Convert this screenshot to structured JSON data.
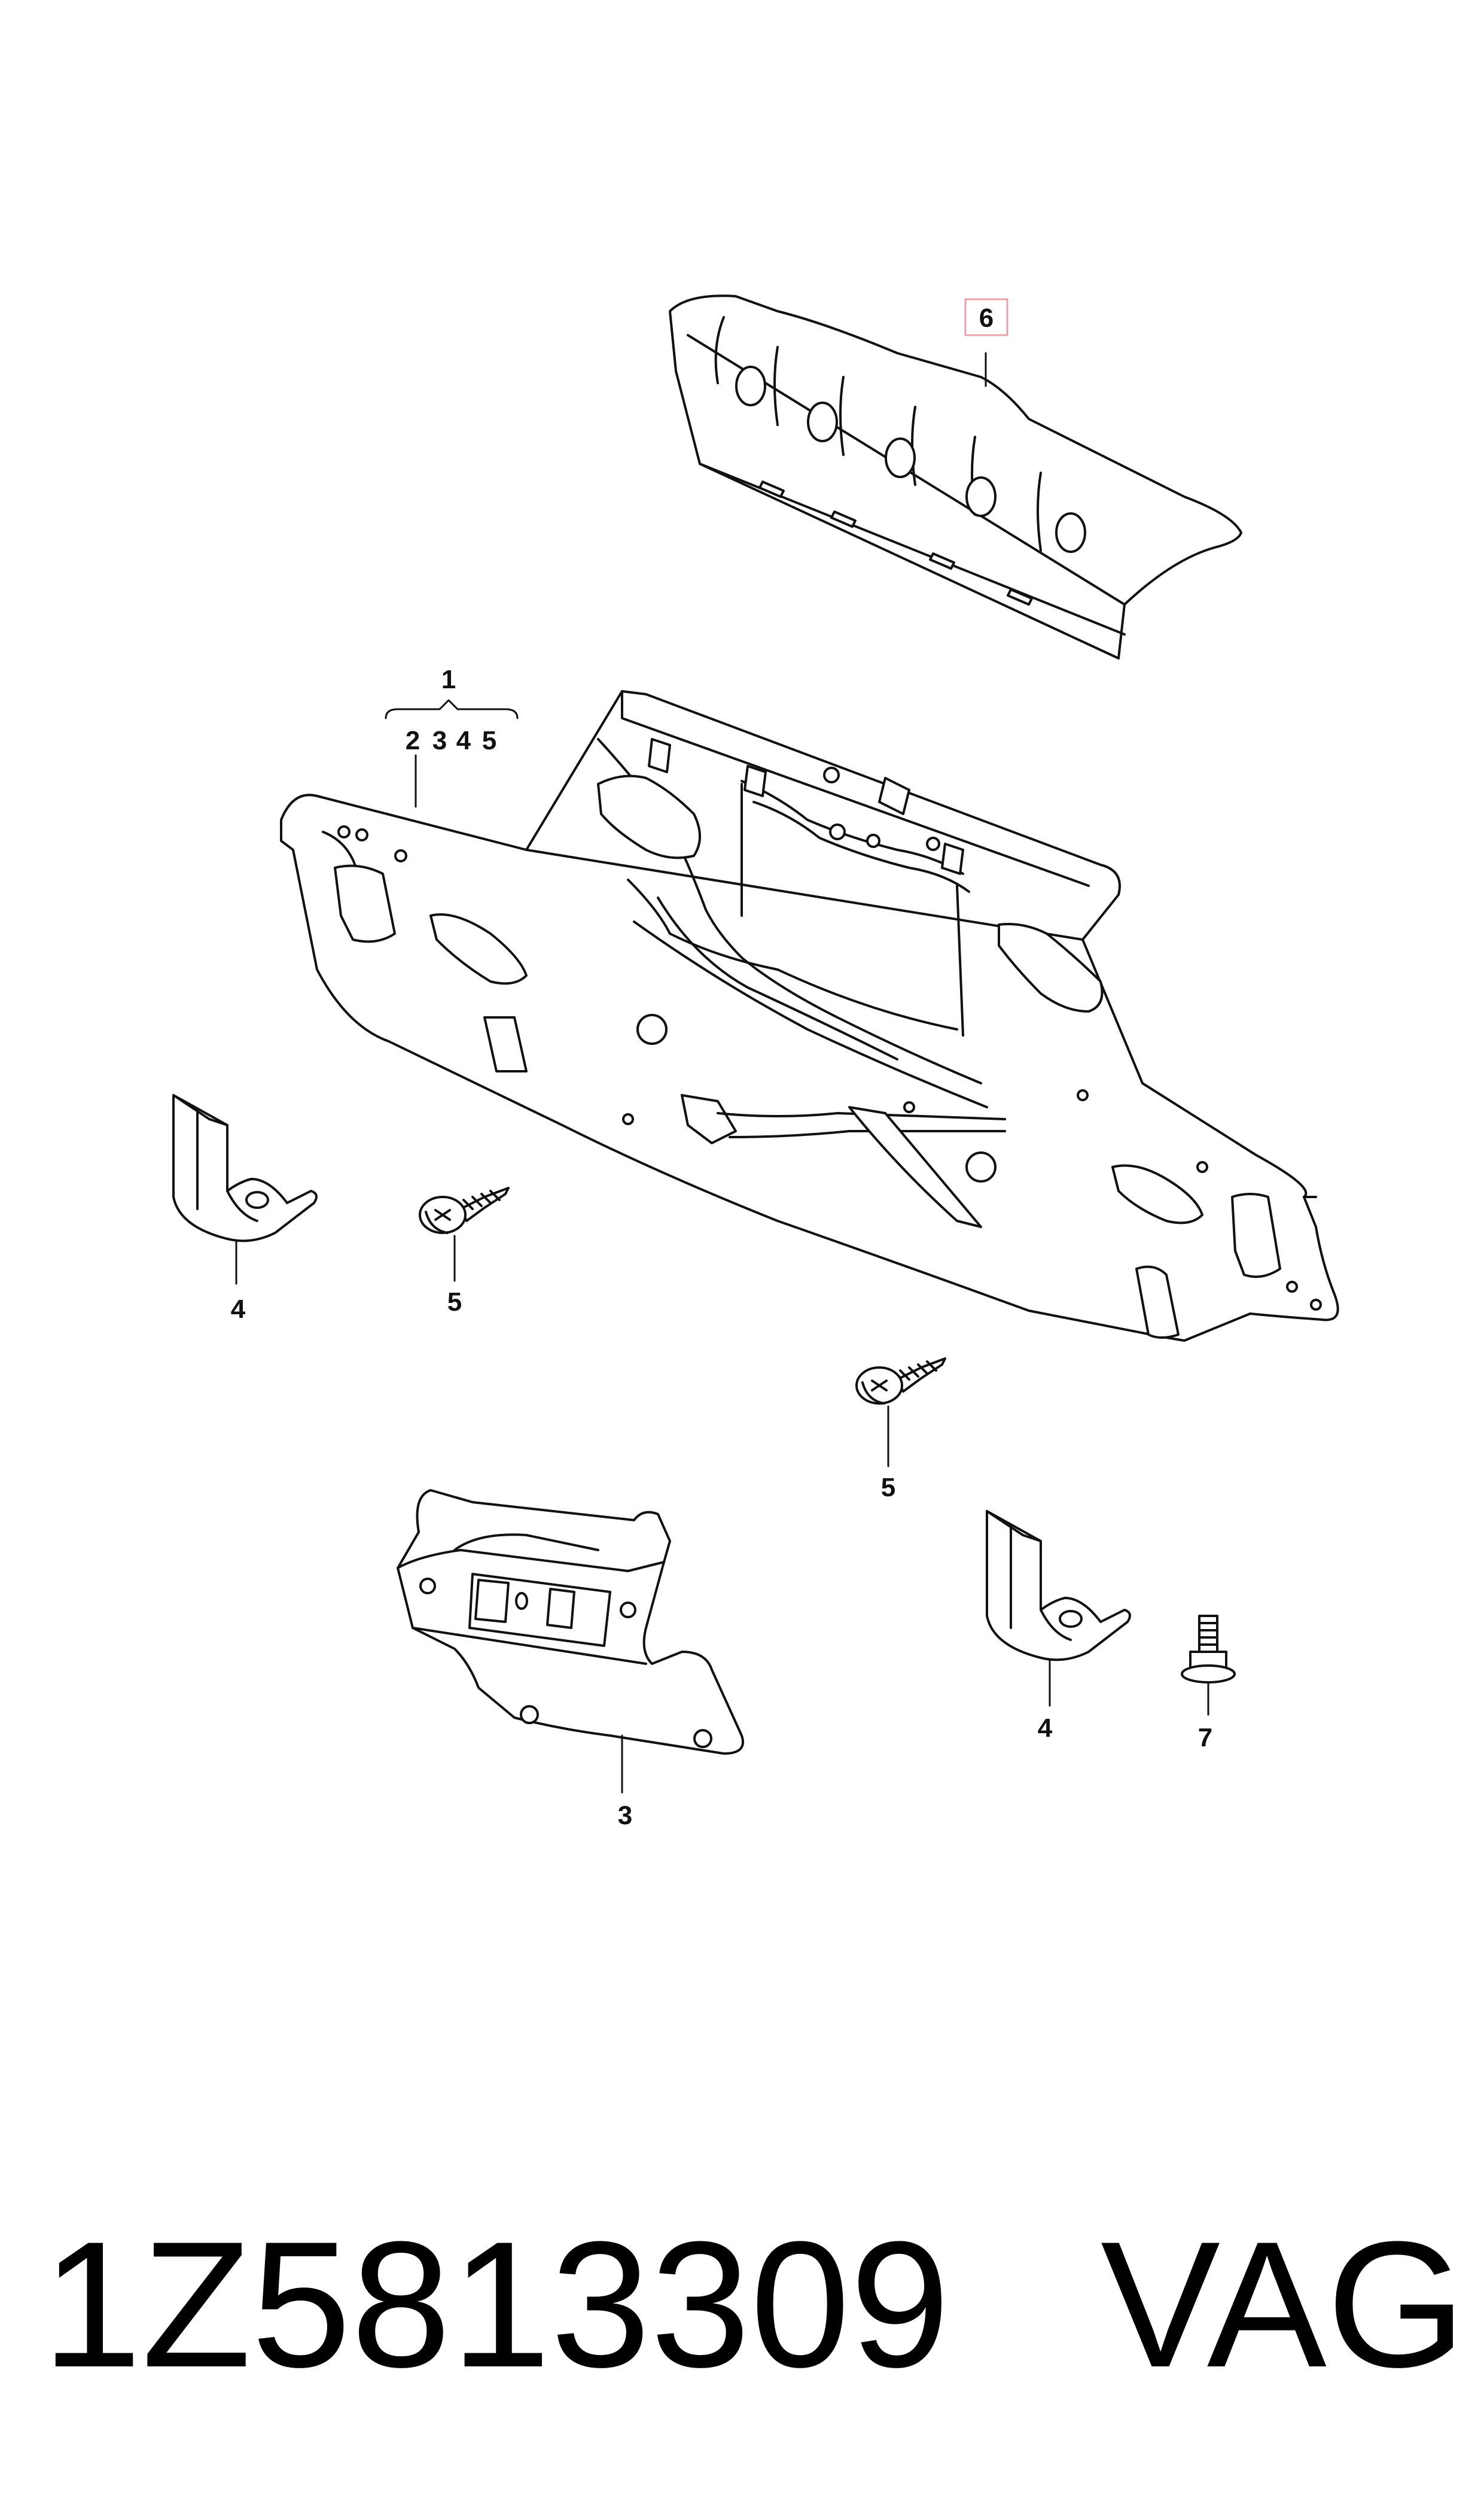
{
  "diagram": {
    "callouts": {
      "c1": "1",
      "c2": "2",
      "c3_top": "3",
      "c4_top": "4",
      "c5_top": "5",
      "c6": "6",
      "c4_left": "4",
      "c5_left": "5",
      "c5_mid": "5",
      "c3_bottom": "3",
      "c4_right": "4",
      "c7": "7"
    },
    "highlight_color": "#e8a2ab"
  },
  "footer": {
    "part_number": "1Z5813309",
    "brand": "VAG"
  }
}
